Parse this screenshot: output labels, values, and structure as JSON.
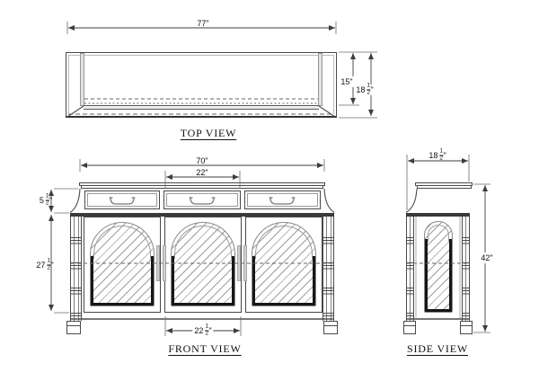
{
  "titles": {
    "top": "TOP VIEW",
    "front": "FRONT VIEW",
    "side": "SIDE VIEW"
  },
  "dims": {
    "top_width": {
      "whole": "77",
      "unit": "\""
    },
    "top_depth_inner": {
      "whole": "15",
      "unit": "\""
    },
    "top_depth_outer": {
      "whole": "18",
      "num": "1",
      "den": "2",
      "unit": "\""
    },
    "front_width": {
      "whole": "70",
      "unit": "\""
    },
    "front_center_drawer_width": {
      "whole": "22",
      "unit": "\""
    },
    "front_drawer_height": {
      "whole": "5",
      "num": "1",
      "den": "2",
      "unit": "\""
    },
    "front_door_height": {
      "whole": "27",
      "num": "1",
      "den": "2",
      "unit": "\""
    },
    "front_center_door_width": {
      "whole": "22",
      "num": "1",
      "den": "2",
      "unit": "\""
    },
    "side_depth": {
      "whole": "18",
      "num": "1",
      "den": "2",
      "unit": "\""
    },
    "side_height": {
      "whole": "42",
      "unit": "\""
    }
  },
  "colors": {
    "line": "#4a4a4a",
    "dark_frame": "#161616",
    "hatch": "#9d9d9d",
    "hardware": "#cfcfcf",
    "background": "#ffffff"
  }
}
